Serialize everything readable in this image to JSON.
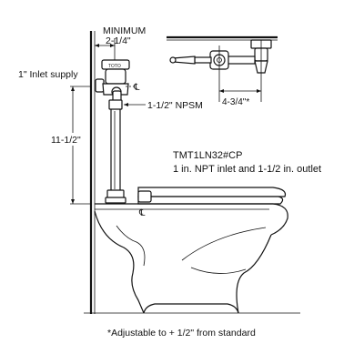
{
  "labels": {
    "minimum": "MINIMUM",
    "min_dim": "2-1/4\"",
    "inlet_supply": "1\" Inlet supply",
    "npsm": "1-1/2\" NPSM",
    "height_dim": "11-1/2\"",
    "offset_dim": "4-3/4\"*",
    "model": "TMT1LN32#CP",
    "description": "1 in. NPT inlet and 1-1/2 in. outlet",
    "footnote": "*Adjustable to + 1/2\" from standard",
    "brand_mark": "TOTO",
    "centerline_symbol": "℄"
  }
}
